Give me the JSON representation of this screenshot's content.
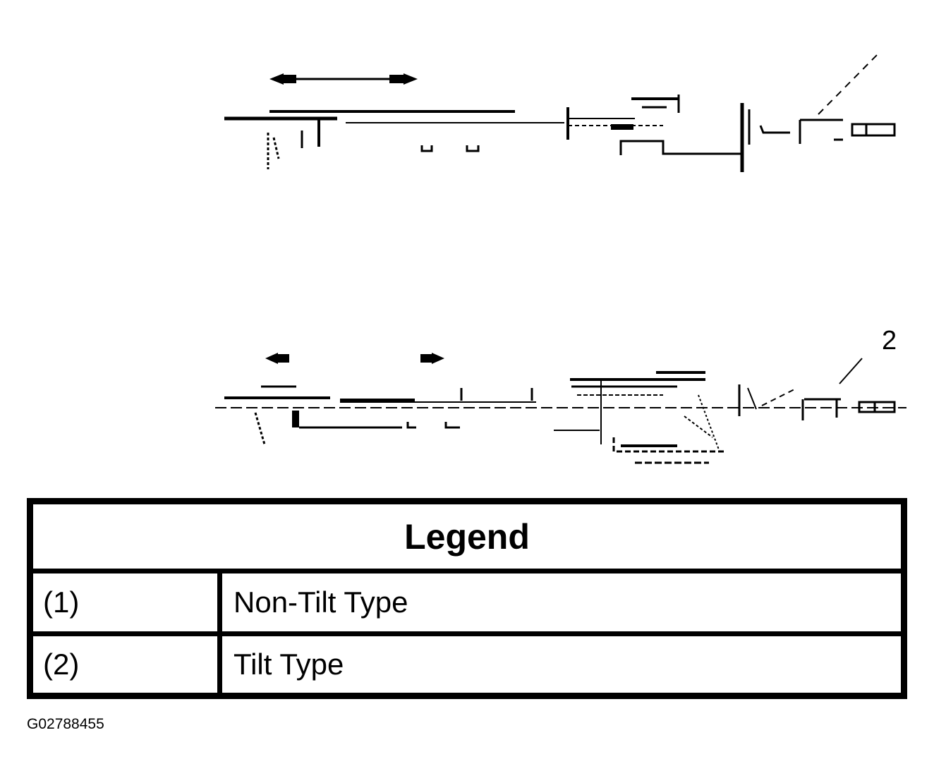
{
  "diagram": {
    "callouts": [
      "2"
    ]
  },
  "legend": {
    "title": "Legend",
    "rows": [
      {
        "key": "(1)",
        "description": "Non-Tilt Type"
      },
      {
        "key": "(2)",
        "description": "Tilt Type"
      }
    ]
  },
  "figure_id": "G02788455"
}
